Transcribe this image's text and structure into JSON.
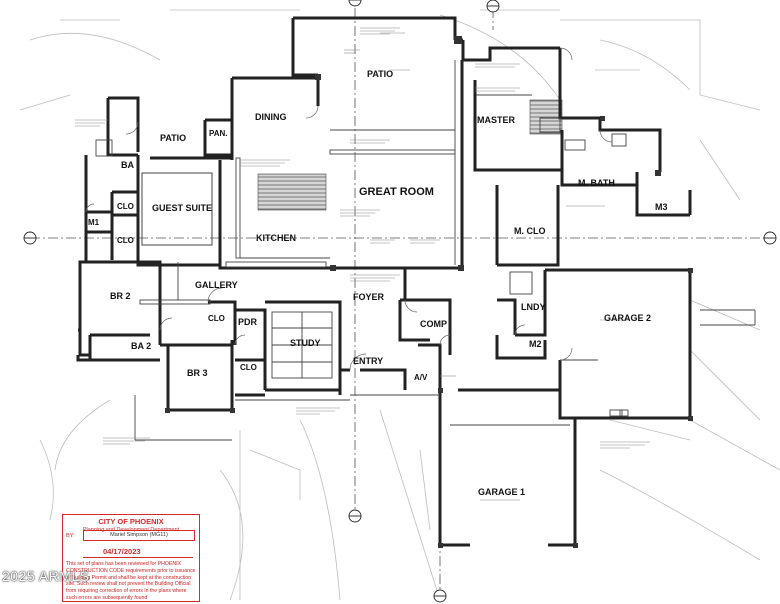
{
  "rooms": {
    "patio_top": "PATIO",
    "dining": "DINING",
    "pantry": "PAN.",
    "patio_left": "PATIO",
    "bath_a": "BA",
    "guest_suite": "GUEST SUITE",
    "closet_guest": "CLO",
    "m1": "M1",
    "closet_m1": "CLO",
    "great_room": "GREAT ROOM",
    "kitchen": "KITCHEN",
    "master": "MASTER",
    "master_bath": "M. BATH",
    "m3": "M3",
    "master_closet": "M. CLO",
    "br2": "BR 2",
    "gallery": "GALLERY",
    "foyer": "FOYER",
    "comp": "COMP",
    "lndy": "LNDY",
    "m2": "M2",
    "garage2": "GARAGE 2",
    "closet_gallery": "CLO",
    "pdr": "PDR",
    "study": "STUDY",
    "ba2": "BA 2",
    "br3": "BR 3",
    "closet_br3": "CLO",
    "entry": "ENTRY",
    "av": "A/V",
    "garage1": "GARAGE 1"
  },
  "stamp": {
    "city": "CITY OF PHOENIX",
    "department": "Planning and Development Department",
    "by_label": "BY:",
    "reviewer": "Mariel Simpson (MG11)",
    "date": "04/17/2023",
    "disclaimer": "This set of plans has been reviewed for PHOENIX CONSTRUCTION CODE requirements prior to issuance of Building Permit and shall be kept at the construction site. Such review shall not prevent the Building Official from requiring correction of errors in the plans where such errors are subsequently found"
  },
  "watermark": "2025 ARMLS",
  "colors": {
    "wall": "#2a2a2a",
    "grid_line": "#555555",
    "stamp_red": "#d42a2a",
    "hatch": "#7a7a7a",
    "site_lines": "#b8b8b8"
  },
  "icons": {
    "column_marker": "circle-grid-marker",
    "hatched_area": "hatch-pattern"
  }
}
